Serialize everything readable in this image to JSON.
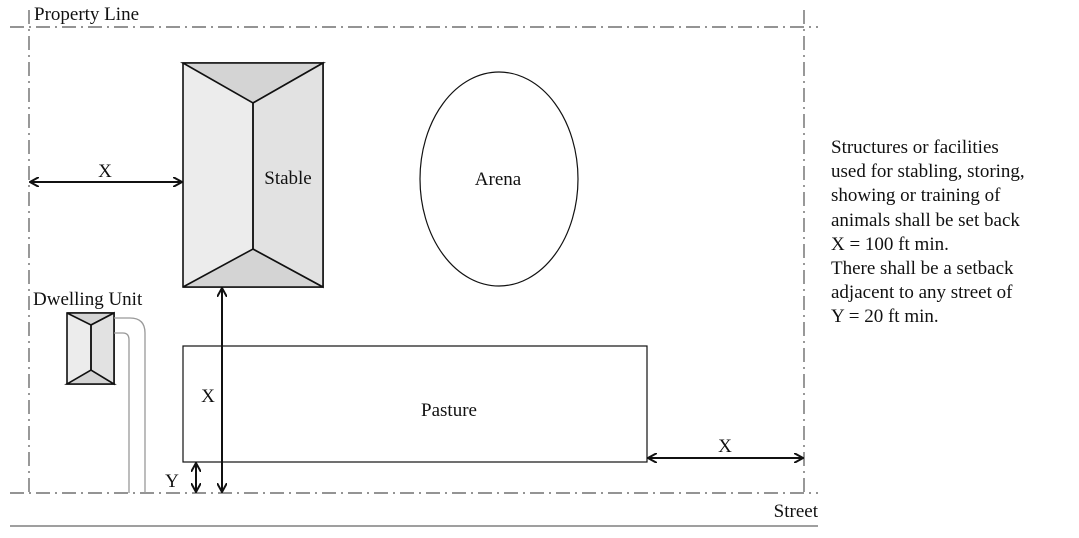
{
  "labels": {
    "property_line": "Property Line",
    "street": "Street",
    "stable": "Stable",
    "arena": "Arena",
    "pasture": "Pasture",
    "dwelling_unit": "Dwelling Unit",
    "x_setback_left": "X",
    "x_setback_vertical": "X",
    "x_setback_right": "X",
    "y_setback": "Y"
  },
  "note": {
    "lines": [
      "Structures or facilities",
      "used for stabling, storing,",
      "showing or training of",
      "animals shall be set back",
      "X = 100 ft min.",
      "There shall be a setback",
      "adjacent to any street of",
      "Y = 20 ft min."
    ]
  },
  "colors": {
    "line": "#111111",
    "property_line": "#555555",
    "roof_light": "#ececec",
    "roof_dark": "#d4d4d4",
    "driveway": "#999999"
  }
}
